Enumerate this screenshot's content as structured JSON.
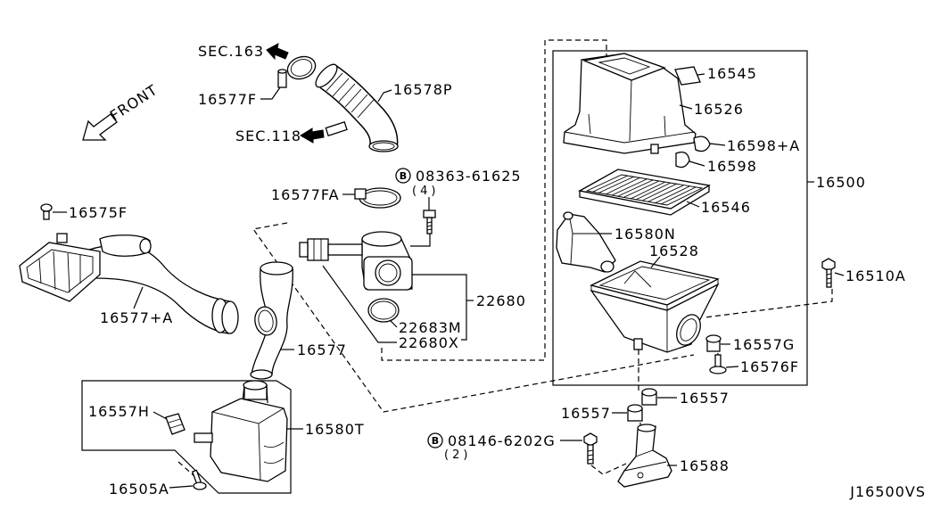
{
  "diagram": {
    "code": "J16500VS",
    "bolt_symbol": "B",
    "direction": "FRONT",
    "section_refs": {
      "sec163": "SEC.163",
      "sec118": "SEC.118"
    },
    "bolts": {
      "b08363": {
        "number": "08363-61625",
        "qty": "(4)"
      },
      "b08146": {
        "number": "08146-6202G",
        "qty": "(2)"
      }
    },
    "parts": {
      "p16577F": "16577F",
      "p16578P": "16578P",
      "p16577FA": "16577FA",
      "p16575F": "16575F",
      "p16577A": "16577+A",
      "p16577": "16577",
      "p22680": "22680",
      "p22683M": "22683M",
      "p22680X": "22680X",
      "p16557H": "16557H",
      "p16580T": "16580T",
      "p16505A": "16505A",
      "p16545": "16545",
      "p16526": "16526",
      "p16598A": "16598+A",
      "p16598": "16598",
      "p16500": "16500",
      "p16546": "16546",
      "p16580N": "16580N",
      "p16528": "16528",
      "p16510A": "16510A",
      "p16557G": "16557G",
      "p16576F": "16576F",
      "p16557_upper": "16557",
      "p16557_lower": "16557",
      "p16588": "16588"
    }
  }
}
